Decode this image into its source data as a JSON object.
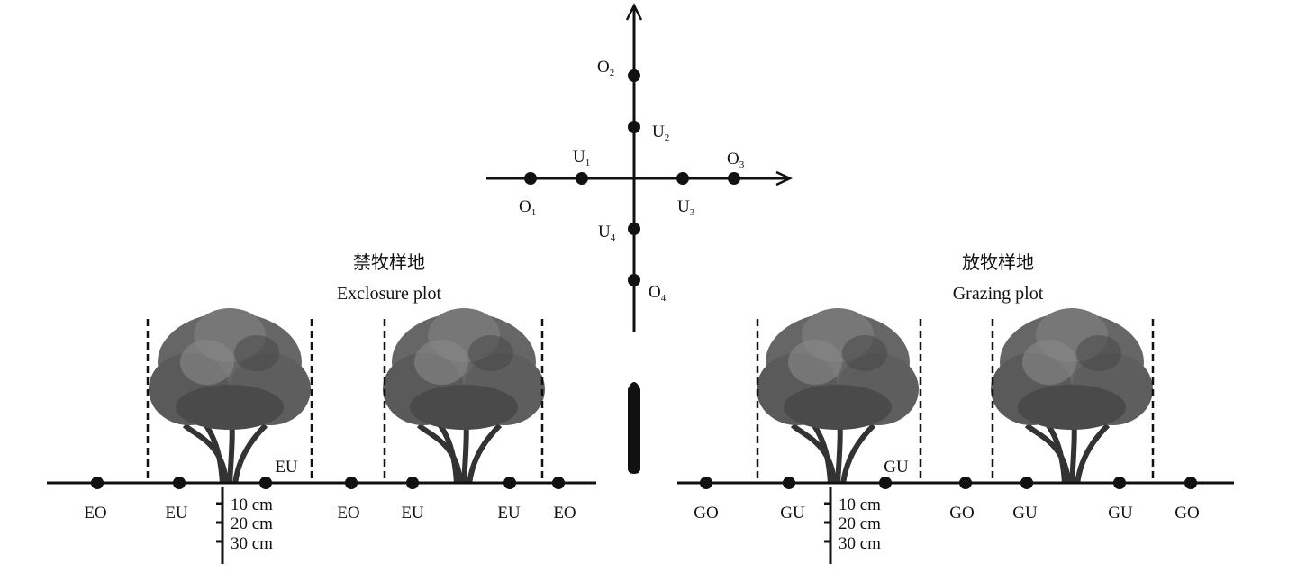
{
  "cross": {
    "points": [
      {
        "name": "O",
        "sub": "1"
      },
      {
        "name": "U",
        "sub": "1"
      },
      {
        "name": "O",
        "sub": "2"
      },
      {
        "name": "U",
        "sub": "2"
      },
      {
        "name": "U",
        "sub": "3"
      },
      {
        "name": "O",
        "sub": "3"
      },
      {
        "name": "U",
        "sub": "4"
      },
      {
        "name": "O",
        "sub": "4"
      }
    ]
  },
  "exclosure": {
    "title_cn": "禁牧样地",
    "title_en": "Exclosure plot",
    "labels_below": [
      "EO",
      "EU",
      "EO",
      "EU",
      "EU",
      "EO"
    ],
    "label_above": "EU"
  },
  "grazing": {
    "title_cn": "放牧样地",
    "title_en": "Grazing plot",
    "labels_below": [
      "GO",
      "GU",
      "GO",
      "GU",
      "GU",
      "GO"
    ],
    "label_above": "GU"
  },
  "depth": [
    "10 cm",
    "20 cm",
    "30 cm"
  ],
  "colors": {
    "ink": "#111111",
    "tree": "#555555"
  }
}
